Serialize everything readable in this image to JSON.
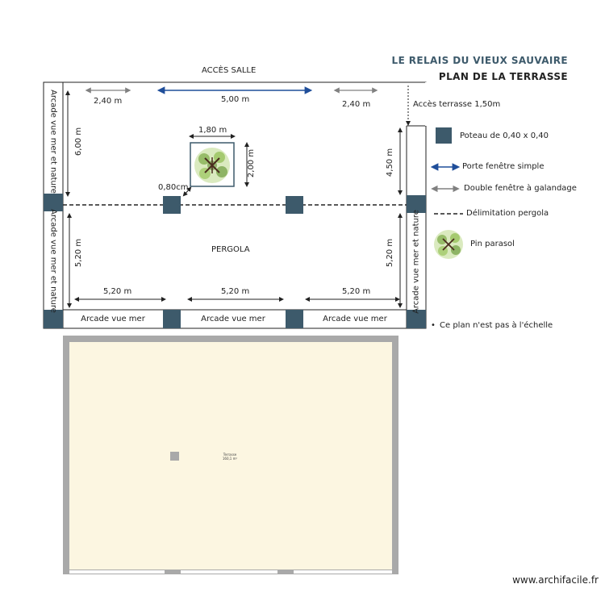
{
  "header": {
    "title": "LE RELAIS DU VIEUX SAUVAIRE",
    "subtitle": "PLAN DE LA TERRASSE"
  },
  "plan": {
    "top_label": "ACCÈS SALLE",
    "pergola_label": "PERGOLA",
    "access_terrace": "Accès terrasse 1,50m",
    "dimensions": {
      "top_left": "2,40 m",
      "top_center": "5,00 m",
      "top_right": "2,40 m",
      "left_upper": "6,00 m",
      "left_lower": "5,20 m",
      "right_upper": "4,50 m",
      "right_lower": "5,20 m",
      "tree_width": "1,80 m",
      "tree_height": "2,00 m",
      "tree_gap": "0,80cm",
      "bottom_1": "5,20 m",
      "bottom_2": "5,20 m",
      "bottom_3": "5,20 m"
    },
    "arcades": {
      "left_upper": "Arcade vue mer et nature",
      "left_lower": "Arcade vue mer et nature",
      "right_lower": "Arcade vue mer et nature",
      "bottom_1": "Arcade vue mer",
      "bottom_2": "Arcade vue mer",
      "bottom_3": "Arcade vue mer"
    }
  },
  "legend": {
    "items": [
      {
        "label": "Poteau de 0,40 x 0,40",
        "icon": "post-square-icon"
      },
      {
        "label": "Porte fenêtre simple",
        "icon": "blue-double-arrow-icon"
      },
      {
        "label": "Double fenêtre à galandage",
        "icon": "grey-double-arrow-icon"
      },
      {
        "label": "Délimitation pergola",
        "icon": "dashed-line-icon"
      },
      {
        "label": "Pin parasol",
        "icon": "pine-tree-icon"
      }
    ],
    "note": "Ce plan n'est pas à l'échelle"
  },
  "floorplan": {
    "room_label": "Terrasse",
    "area": "160,1 m²"
  },
  "footer": {
    "watermark": "www.archifacile.fr"
  },
  "colors": {
    "post": "#3d5a6b",
    "blue_arrow": "#1f4e9a",
    "grey_arrow": "#808080",
    "floor_fill": "#fcf6e1",
    "floor_wall": "#a9a9a9"
  }
}
